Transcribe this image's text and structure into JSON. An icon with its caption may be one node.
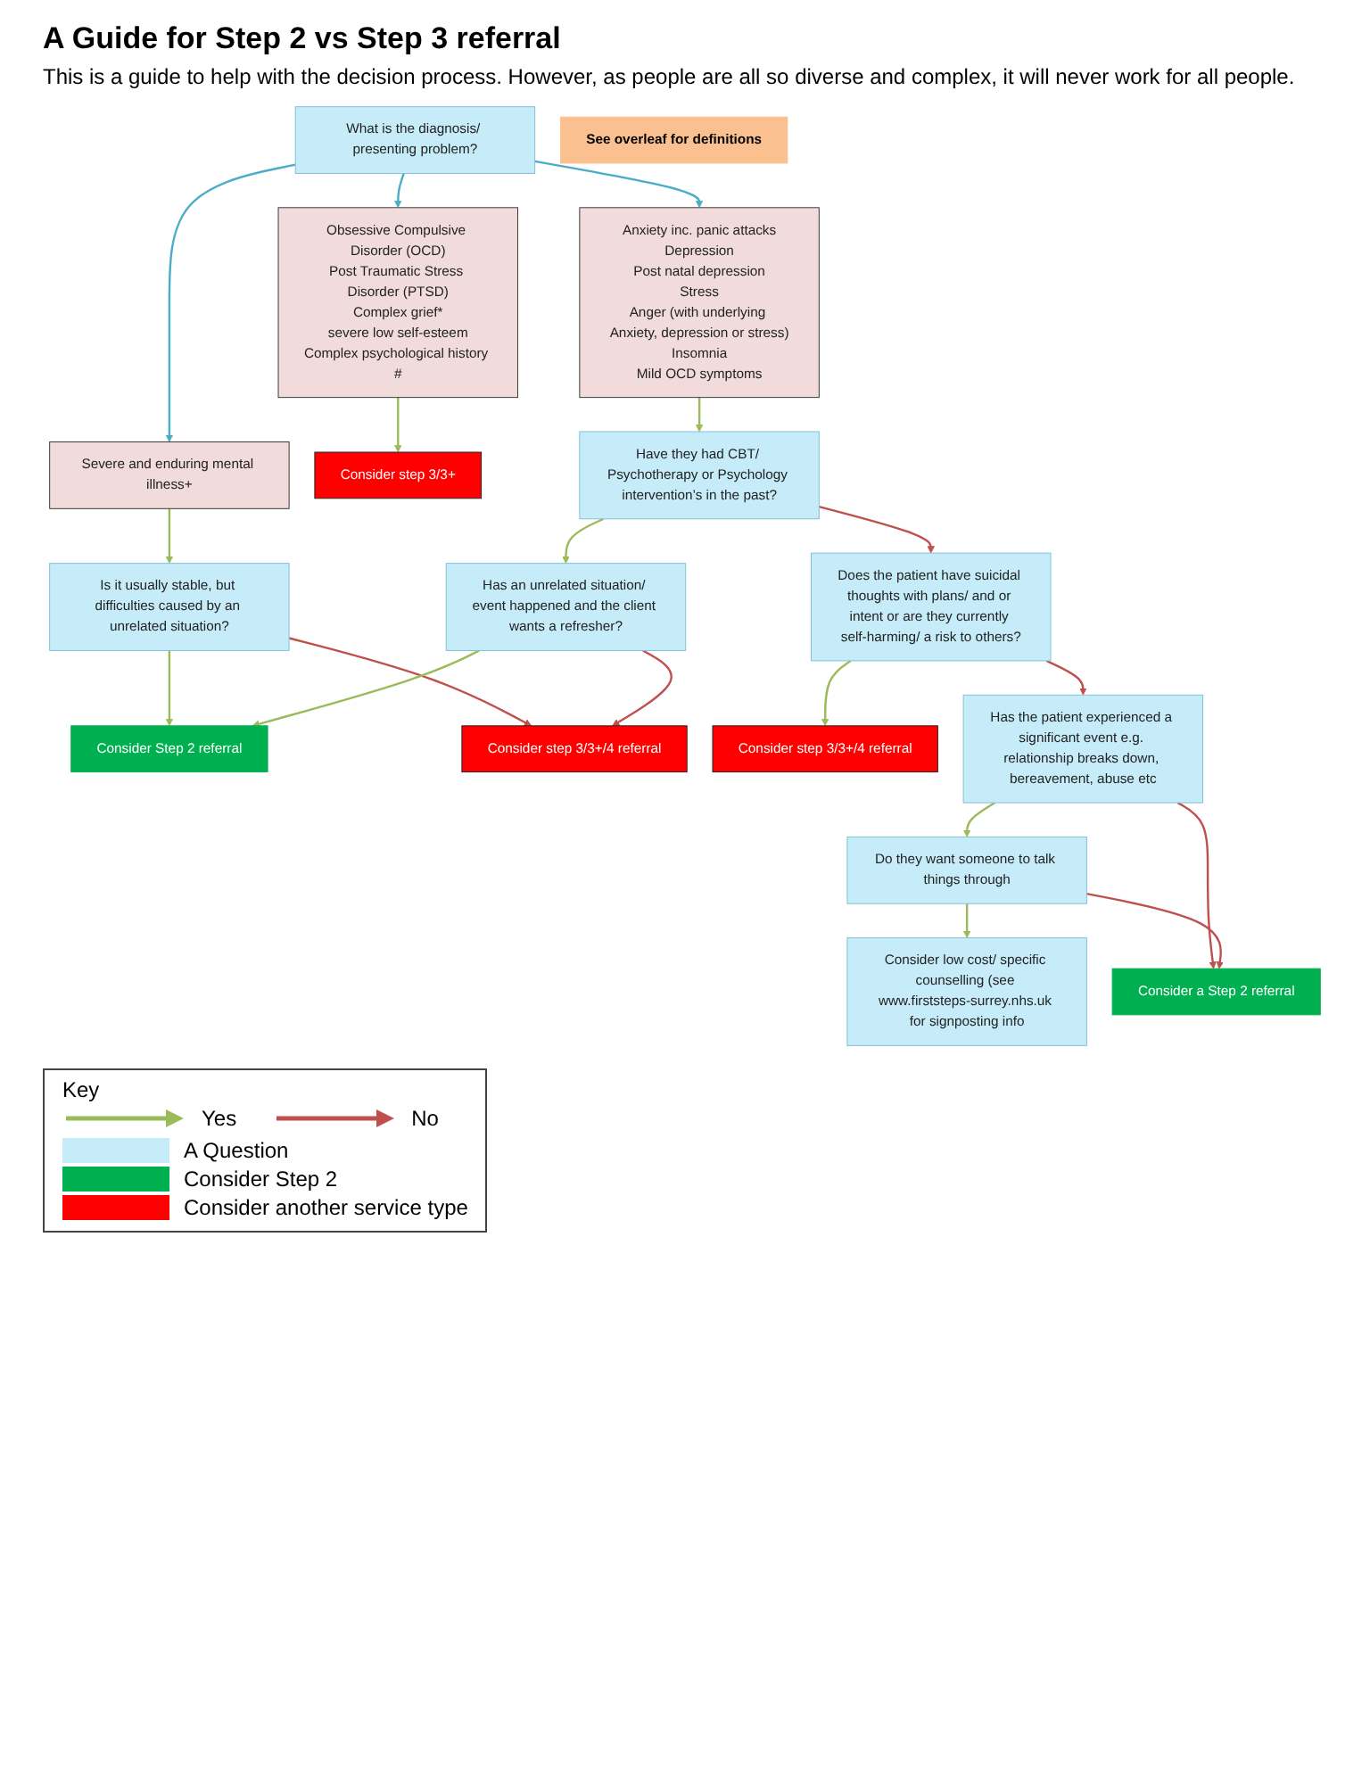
{
  "diagram": {
    "title": "A Guide for Step 2 vs Step 3 referral",
    "nodes": [
      {
        "text": [
          "What is the diagnosis/ presenting problem?"
        ]
      },
      {
        "text": [
          "Anxiety inc. panic attacks",
          "Depression",
          "Post natal depression",
          "Stress",
          "Anger (with underlying Anxiety, depression or stress)",
          "Insomnia",
          "Mild OCD symptoms"
        ]
      },
      {
        "text": [
          "Severe and enduring mental illness+"
        ]
      },
      {
        "text": [
          "Obsessive Compulsive Disorder (OCD)",
          "Post Traumatic Stress Disorder (PTSD)",
          "Complex grief*",
          "severe low self-esteem",
          "Complex psychological history #"
        ]
      },
      {
        "text": [
          "Is it usually stable, but difficulties caused by an unrelated situation?"
        ]
      },
      {
        "text": [
          "Consider step 3/3+"
        ]
      },
      {
        "text": [
          "Consider Step 2 referral"
        ]
      },
      {
        "text": [
          "Consider step 3/3+/4 referral"
        ]
      },
      {
        "text": [
          "Have they had CBT/ Psychotherapy or Psychology intervention’s in the past?"
        ]
      },
      {
        "text": [
          "Has an unrelated situation/ event happened and the client wants a refresher?"
        ]
      },
      {
        "text": [
          "Does the patient have suicidal thoughts with plans/ and or intent or are they currently self-harming/ a risk to others?"
        ]
      },
      {
        "text": [
          "Consider step 3/3+/4 referral"
        ]
      },
      {
        "text": [
          "Has the patient experienced a significant event e.g. relationship breaks down, bereavement, abuse etc"
        ]
      },
      {
        "text": [
          "Do they want someone to talk things through"
        ]
      },
      {
        "text": [
          "Consider low cost/ specific counselling (see www.firststeps-surrey.nhs.uk for signposting info"
        ]
      },
      {
        "text": [
          "Consider a Step 2 referral"
        ]
      },
      {
        "text": [
          "See overleaf for definitions"
        ]
      }
    ],
    "edges": [
      {
        "from": 0,
        "to": 1,
        "arrow": "to",
        "color": "#4bacc6"
      },
      {
        "from": 0,
        "to": 2,
        "arrow": "to",
        "color": "#4bacc6"
      },
      {
        "from": 0,
        "to": 3,
        "arrow": "to",
        "color": "#4bacc6"
      },
      {
        "from": 2,
        "to": 4,
        "arrow": "to"
      },
      {
        "from": 3,
        "to": 5,
        "arrow": "to"
      },
      {
        "from": 4,
        "to": 6,
        "arrow": "to"
      },
      {
        "from": 4,
        "to": 7,
        "arrow": "to",
        "color": "#c0504d"
      },
      {
        "from": 1,
        "to": 8,
        "arrow": "to"
      },
      {
        "from": 8,
        "to": 9,
        "arrow": "to"
      },
      {
        "from": 9,
        "to": 6,
        "arrow": "to"
      },
      {
        "from": 9,
        "to": 7,
        "arrow": "to",
        "color": "#c0504d"
      },
      {
        "from": 8,
        "to": 10,
        "arrow": "to",
        "color": "#c0504d"
      },
      {
        "from": 10,
        "to": 11,
        "arrow": "to"
      },
      {
        "from": 10,
        "to": 12,
        "arrow": "to",
        "color": "#c0504d"
      },
      {
        "from": 12,
        "to": 13,
        "arrow": "to"
      },
      {
        "from": 13,
        "to": 14,
        "arrow": "to"
      },
      {
        "from": 12,
        "to": 15,
        "arrow": "to",
        "color": "#c0504d"
      },
      {
        "from": 13,
        "to": 15,
        "arrow": "to",
        "color": "#c0504d"
      }
    ],
    "labels": [
      "This is a guide to help with the decision process. However, as people are all so diverse and complex, it will never work for all people.",
      "Key"
    ],
    "legend": [
      {
        "text": "Yes"
      },
      {
        "text": "No"
      },
      {
        "text": "A Question",
        "color": "#c6ecfa"
      },
      {
        "text": "Consider Step 2",
        "color": "#00b050"
      },
      {
        "text": "Consider another service type",
        "color": "#ff0000"
      }
    ]
  }
}
